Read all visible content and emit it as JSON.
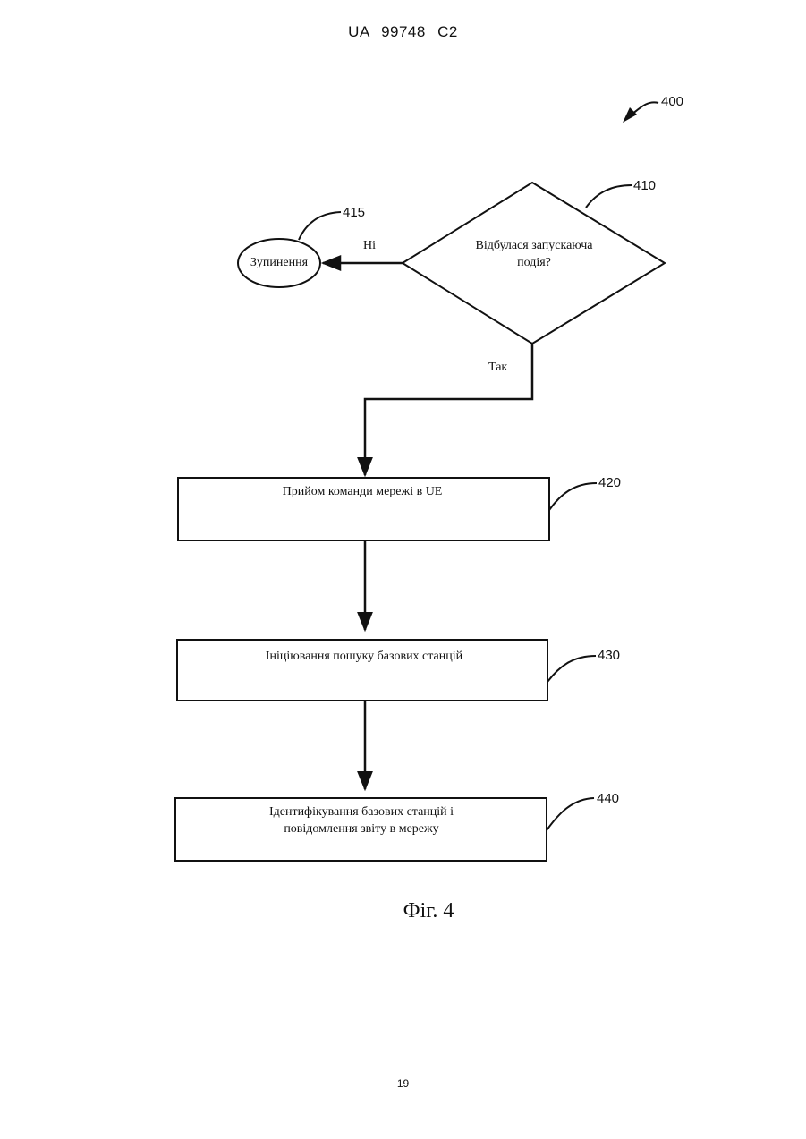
{
  "header": {
    "patent_number": "UA   99748   C2"
  },
  "diagram": {
    "figure_ref": "400",
    "nodes": {
      "decision": {
        "ref": "410",
        "line1": "Відбулася запускаюча",
        "line2": "подія?"
      },
      "stop": {
        "ref": "415",
        "label": "Зупинення"
      },
      "step420": {
        "ref": "420",
        "label": "Прийом команди мережі в UE"
      },
      "step430": {
        "ref": "430",
        "label": "Ініціювання пошуку базових станцій"
      },
      "step440": {
        "ref": "440",
        "line1": "Ідентифікування базових станцій і",
        "line2": "повідомлення звіту в мережу"
      }
    },
    "edges": {
      "no_label": "Ні",
      "yes_label": "Так"
    },
    "caption": "Фіг. 4"
  },
  "footer": {
    "page_number": "19"
  }
}
